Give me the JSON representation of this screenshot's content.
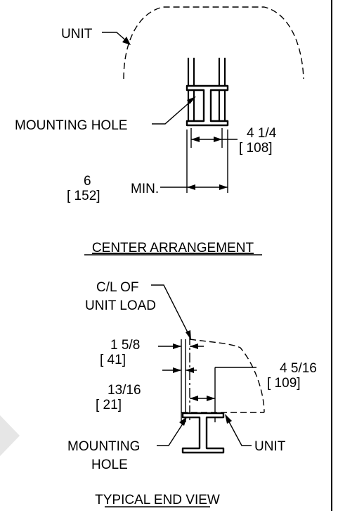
{
  "center": {
    "unit_label": "UNIT",
    "mounting_hole_label": "MOUNTING HOLE",
    "dim_inner_in": "4 1/4",
    "dim_inner_mm": "[ 108]",
    "dim_outer_in": "6",
    "dim_outer_mm": "[ 152]",
    "dim_outer_suffix": "MIN.",
    "title": "CENTER ARRANGEMENT"
  },
  "end": {
    "cl_label_line1": "C/L OF",
    "cl_label_line2": "UNIT LOAD",
    "dim_a_in": "1 5/8",
    "dim_a_mm": "[ 41]",
    "dim_b_in": "13/16",
    "dim_b_mm": "[ 21]",
    "dim_c_in": "4 5/16",
    "dim_c_mm": "[ 109]",
    "mounting_line1": "MOUNTING",
    "mounting_line2": "HOLE",
    "unit_label": "UNIT",
    "title": "TYPICAL END VIEW"
  }
}
